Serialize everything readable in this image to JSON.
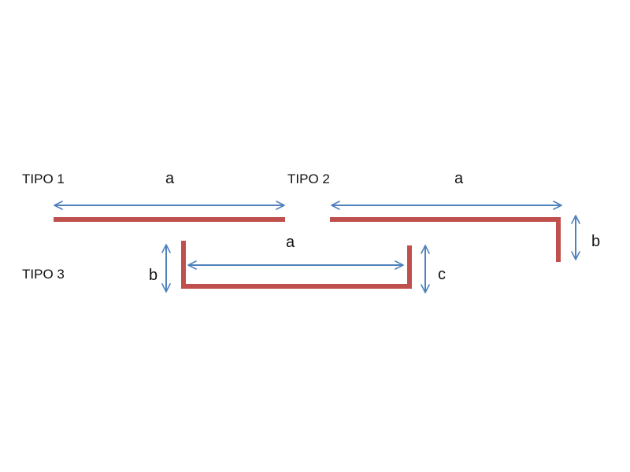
{
  "colors": {
    "bar": "#c0504d",
    "arrow": "#4f81bd",
    "text": "#111111",
    "background": "#ffffff"
  },
  "types": [
    {
      "label": "TIPO 1",
      "dimensions": [
        "a"
      ]
    },
    {
      "label": "TIPO 2",
      "dimensions": [
        "a",
        "b"
      ]
    },
    {
      "label": "TIPO 3",
      "dimensions": [
        "a",
        "b",
        "c"
      ]
    }
  ]
}
